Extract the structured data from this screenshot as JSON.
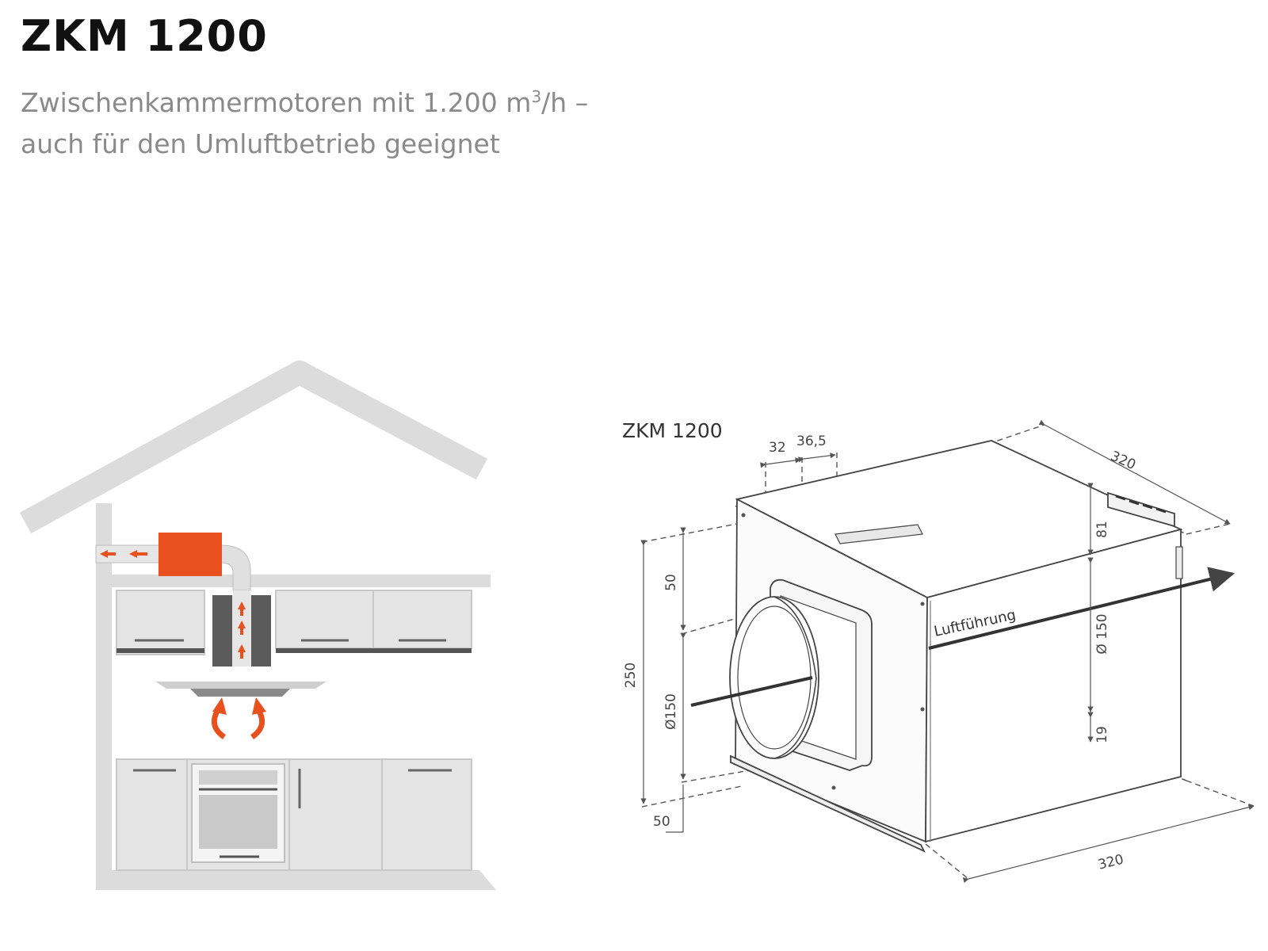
{
  "header": {
    "title": "ZKM 1200",
    "subtitle_line1_pre": "Zwischenkammermotoren mit 1.200 m",
    "subtitle_sup": "3",
    "subtitle_line1_post": "/h –",
    "subtitle_line2": "auch für den Umluftbetrieb geeignet"
  },
  "installation_diagram": {
    "icons": [
      "house-outline-icon",
      "motor-box-icon",
      "duct-icon",
      "range-hood-icon",
      "airflow-arrow-icon",
      "kitchen-cabinet-icon",
      "oven-icon"
    ],
    "colors": {
      "house": "#dcdcdc",
      "motor": "#e8501e",
      "arrows": "#e8501e",
      "cabinet": "#e4e4e4",
      "duct_dark": "#555555"
    }
  },
  "technical_drawing": {
    "label": "ZKM 1200",
    "airflow_label": "Luftführung",
    "dimensions": {
      "top_width": "320",
      "bottom_width": "320",
      "height": "250",
      "top_offset_left": "50",
      "bottom_offset_left": "50",
      "inlet_diameter": "Ø150",
      "outlet_diameter": "Ø 150",
      "outlet_top_offset": "81",
      "outlet_bottom_offset": "19",
      "flange_offset_a": "32",
      "flange_offset_b": "36,5"
    }
  }
}
